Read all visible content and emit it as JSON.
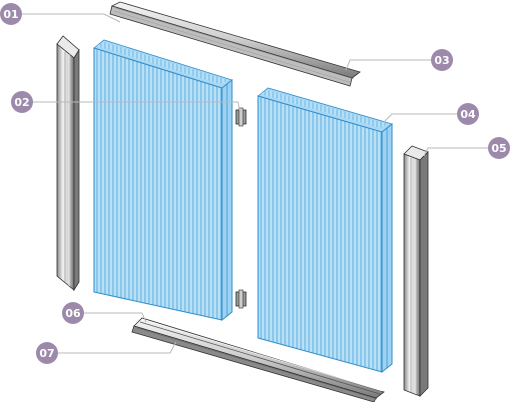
{
  "diagram": {
    "callouts": [
      {
        "id": "c01",
        "label": "01",
        "target": "top-profile-left"
      },
      {
        "id": "c02",
        "label": "02",
        "target": "connector-clip-top"
      },
      {
        "id": "c03",
        "label": "03",
        "target": "top-profile-right"
      },
      {
        "id": "c04",
        "label": "04",
        "target": "panel-right-edge"
      },
      {
        "id": "c05",
        "label": "05",
        "target": "side-profile-right"
      },
      {
        "id": "c06",
        "label": "06",
        "target": "bottom-profile-inner"
      },
      {
        "id": "c07",
        "label": "07",
        "target": "bottom-profile-outer"
      }
    ],
    "colors": {
      "badge": "#9d8aab",
      "leader": "#b9b9b9",
      "panel_fill": "#bfe3f7",
      "panel_line": "#4aa8dc",
      "panel_dark": "#2f8ccc",
      "metal_light": "#efefef",
      "metal_mid": "#c9c9c9",
      "metal_dark": "#6e6e6e",
      "outline": "#2d2d2d"
    }
  }
}
